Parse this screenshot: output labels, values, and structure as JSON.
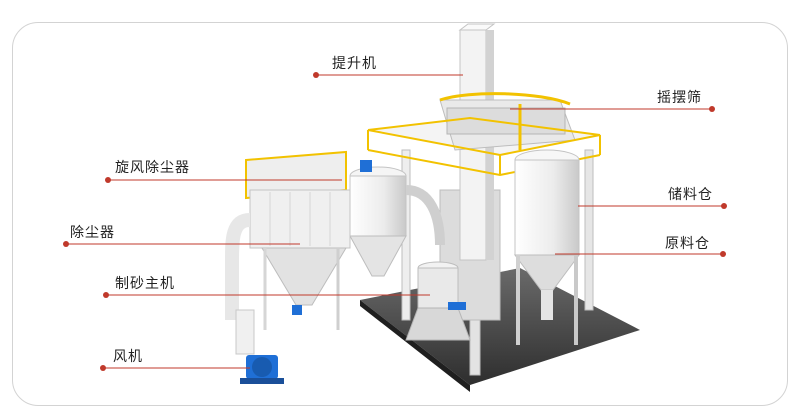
{
  "labels": {
    "elevator": "提升机",
    "vibrating_screen": "摇摆筛",
    "cyclone_collector": "旋风除尘器",
    "storage_silo": "储料仓",
    "dust_collector": "除尘器",
    "raw_material_silo": "原料仓",
    "sand_making_machine": "制砂主机",
    "fan": "风机"
  },
  "colors": {
    "leader_line": "#c0392b",
    "leader_dot": "#c0392b",
    "structure_white": "#f2f2f2",
    "structure_shade": "#cfcfcf",
    "railing_yellow": "#f2c200",
    "motor_blue": "#1f6fd6",
    "pit_dark": "#3a3a3a",
    "frame_border": "#d3d3d3"
  }
}
